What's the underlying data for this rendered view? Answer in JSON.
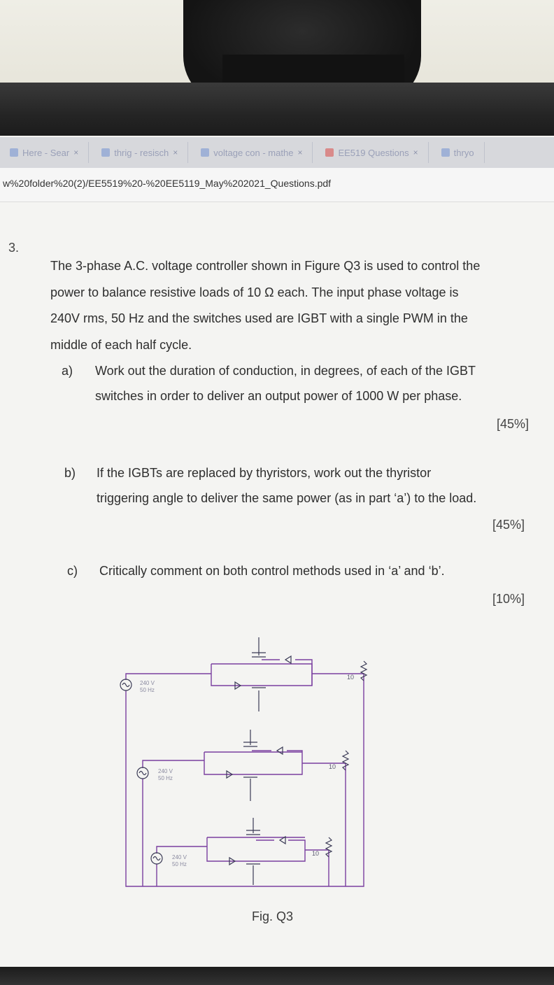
{
  "browser": {
    "tabs": [
      {
        "label": "Here - Sear",
        "icon": "web-icon"
      },
      {
        "label": "thrig - resisch",
        "icon": "bing-icon"
      },
      {
        "label": "voltage con - mathe",
        "icon": "bing-icon"
      },
      {
        "label": "EE519 Questions",
        "icon": "pdf-icon"
      },
      {
        "label": "thryo",
        "icon": "bing-icon"
      }
    ],
    "tab_close": "×",
    "url": "w%20folder%20(2)/EE5519%20-%20EE5119_May%202021_Questions.pdf"
  },
  "question": {
    "number": "3.",
    "intro_lines": [
      "The 3-phase A.C. voltage controller shown in Figure Q3 is used to control the",
      "power to balance resistive loads of 10 Ω each.  The input phase voltage is",
      "240V rms, 50 Hz and the switches used are IGBT with a single PWM in the",
      "middle of each half cycle."
    ],
    "parts": [
      {
        "label": "a)",
        "lines": [
          "Work out the duration of conduction, in degrees, of each of the IGBT",
          "switches in order to deliver an output power of 1000 W per phase."
        ],
        "marks": "[45%]"
      },
      {
        "label": "b)",
        "lines": [
          "If the IGBTs are replaced by thyristors, work out the thyristor",
          "triggering angle to deliver the same power (as in part ‘a’) to the load."
        ],
        "marks": "[45%]"
      },
      {
        "label": "c)",
        "lines": [
          "Critically comment on both control methods used in ‘a’ and ‘b’."
        ],
        "marks": "[10%]"
      }
    ]
  },
  "figure": {
    "caption": "Fig. Q3",
    "source_voltage": "240 V",
    "source_freq": "50 Hz",
    "load_value": "10"
  },
  "colors": {
    "wire": "#7a3fa0",
    "component": "#3a3a55",
    "page": "#f4f4f2"
  }
}
